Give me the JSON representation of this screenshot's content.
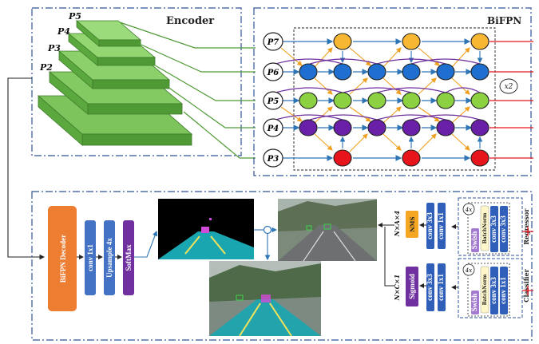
{
  "encoder": {
    "title": "Encoder",
    "levels": [
      "P5",
      "P4",
      "P3",
      "P2"
    ]
  },
  "bifpn": {
    "title": "BiFPN",
    "repeat": "x2",
    "nodes": [
      "P7",
      "P6",
      "P5",
      "P4",
      "P3"
    ]
  },
  "decoder": {
    "block": "BiFPN Decoder",
    "conv": "conv 1x1",
    "upsample": "Upsample 4x",
    "softmax": "SoftMax"
  },
  "regressor": {
    "label": "Regressor",
    "repeat": "4x",
    "convs": [
      "conv 3x3",
      "conv 3x3"
    ],
    "batchnorm": "BatchNorm",
    "swish": "Swish",
    "head_convs": [
      "conv 3x3",
      "conv 1x1"
    ],
    "nms": "NMS",
    "dims": "N×A×4"
  },
  "classifier": {
    "label": "Classifier",
    "repeat": "4x",
    "convs": [
      "conv 3x3",
      "conv 1x1"
    ],
    "batchnorm": "BatchNorm",
    "swish": "Swish",
    "head_convs": [
      "conv 3x3",
      "conv 1x1"
    ],
    "sigmoid": "Sigmoid",
    "dims": "N×C×1"
  },
  "colors": {
    "frame": "#2f5597",
    "node_yellow": "#f7b733",
    "node_blue": "#1f6fd1",
    "node_green": "#8bd142",
    "node_purple": "#6a1fa8",
    "node_red": "#e8141b",
    "encoder_green": "#79bf5a",
    "decoder_orange": "#ed7d31",
    "conv_blue": "#4472c4",
    "softmax_purple": "#7030a0"
  }
}
